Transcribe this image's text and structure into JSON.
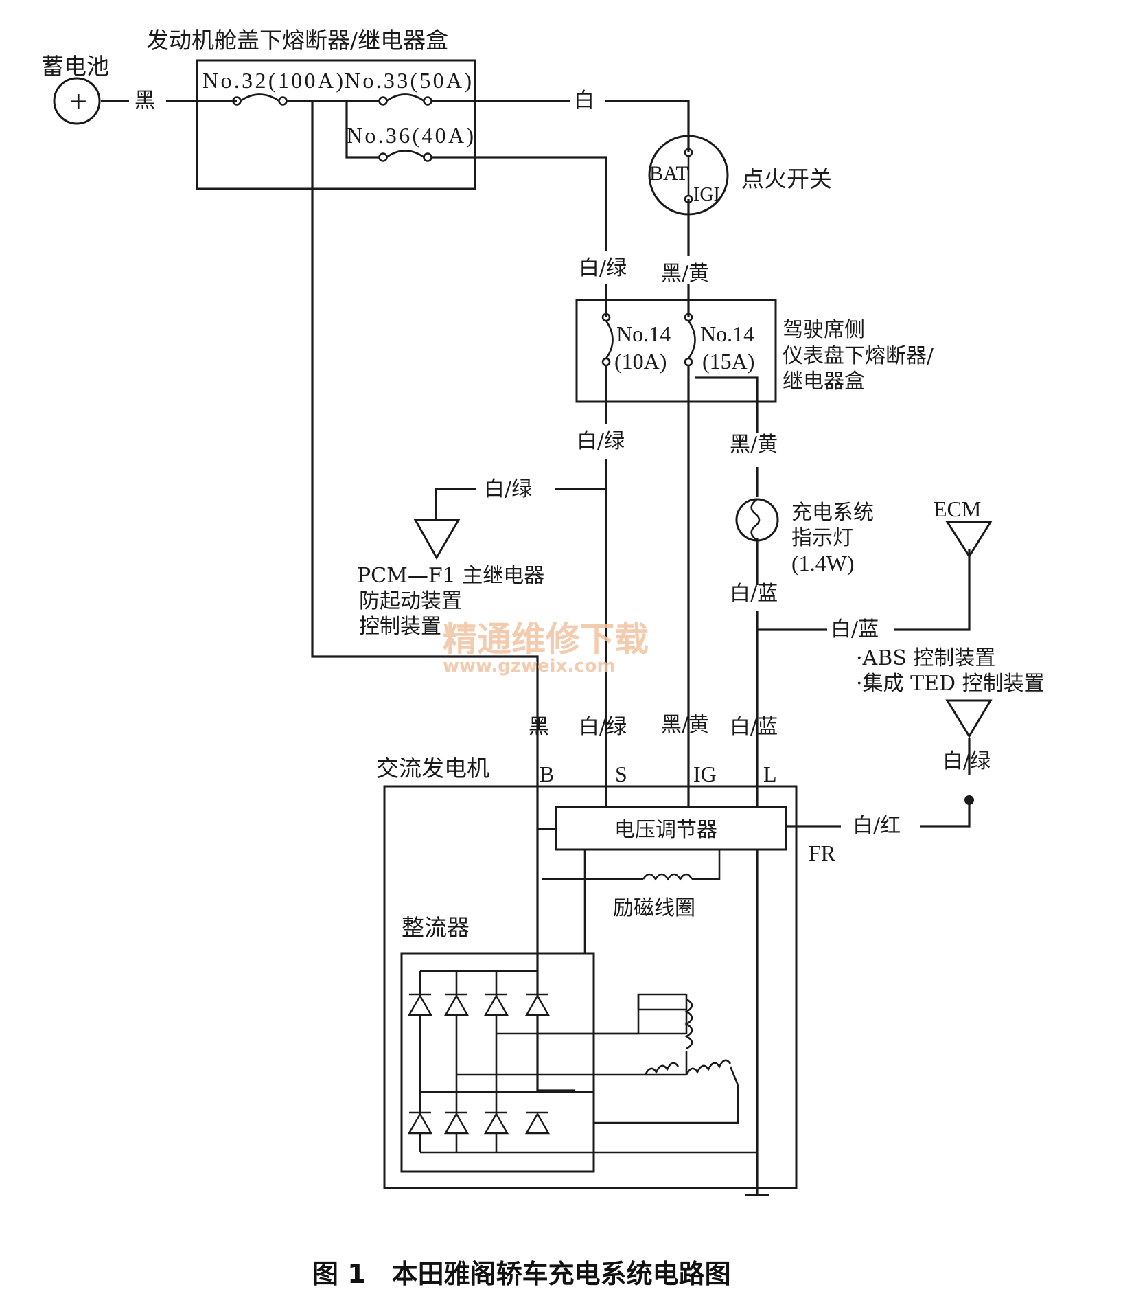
{
  "title": "发动机舱盖下熔断器/继电器盒",
  "battery": {
    "label": "蓄电池",
    "plus": "+"
  },
  "wires": {
    "black": "黑",
    "white": "白",
    "white_green": "白/绿",
    "black_yellow": "黑/黄",
    "white_blue": "白/蓝",
    "white_red": "白/红"
  },
  "fuse_box_1": {
    "fuses": [
      "No.32(100A)",
      "No.33(50A)",
      "No.36(40A)"
    ]
  },
  "ignition_switch": {
    "label": "点火开关",
    "bat": "BAT",
    "ig": "IGI"
  },
  "fuse_box_2": {
    "label_lines": [
      "驾驶席侧",
      "仪表盘下熔断器/",
      "继电器盒"
    ],
    "fuse_a": {
      "no": "No.14",
      "rating": "(10A)"
    },
    "fuse_b": {
      "no": "No.14",
      "rating": "(15A)"
    }
  },
  "pcm": {
    "lines": [
      "PCM—F1 主继电器",
      "防起动装置",
      "控制装置"
    ]
  },
  "lamp": {
    "lines": [
      "充电系统",
      "指示灯",
      "(1.4W)"
    ]
  },
  "ecm": {
    "label": "ECM"
  },
  "abs": {
    "lines": [
      "·ABS 控制装置",
      "·集成 TED 控制装置"
    ]
  },
  "alternator": {
    "label": "交流发电机",
    "terminals": [
      "B",
      "S",
      "IG",
      "L"
    ],
    "regulator": "电压调节器",
    "fr": "FR",
    "field_coil": "励磁线圈",
    "rectifier": "整流器"
  },
  "watermark": {
    "cn": "精通维修下载",
    "url": "www.gzweix.com"
  },
  "caption": "图 1　本田雅阁轿车充电系统电路图"
}
